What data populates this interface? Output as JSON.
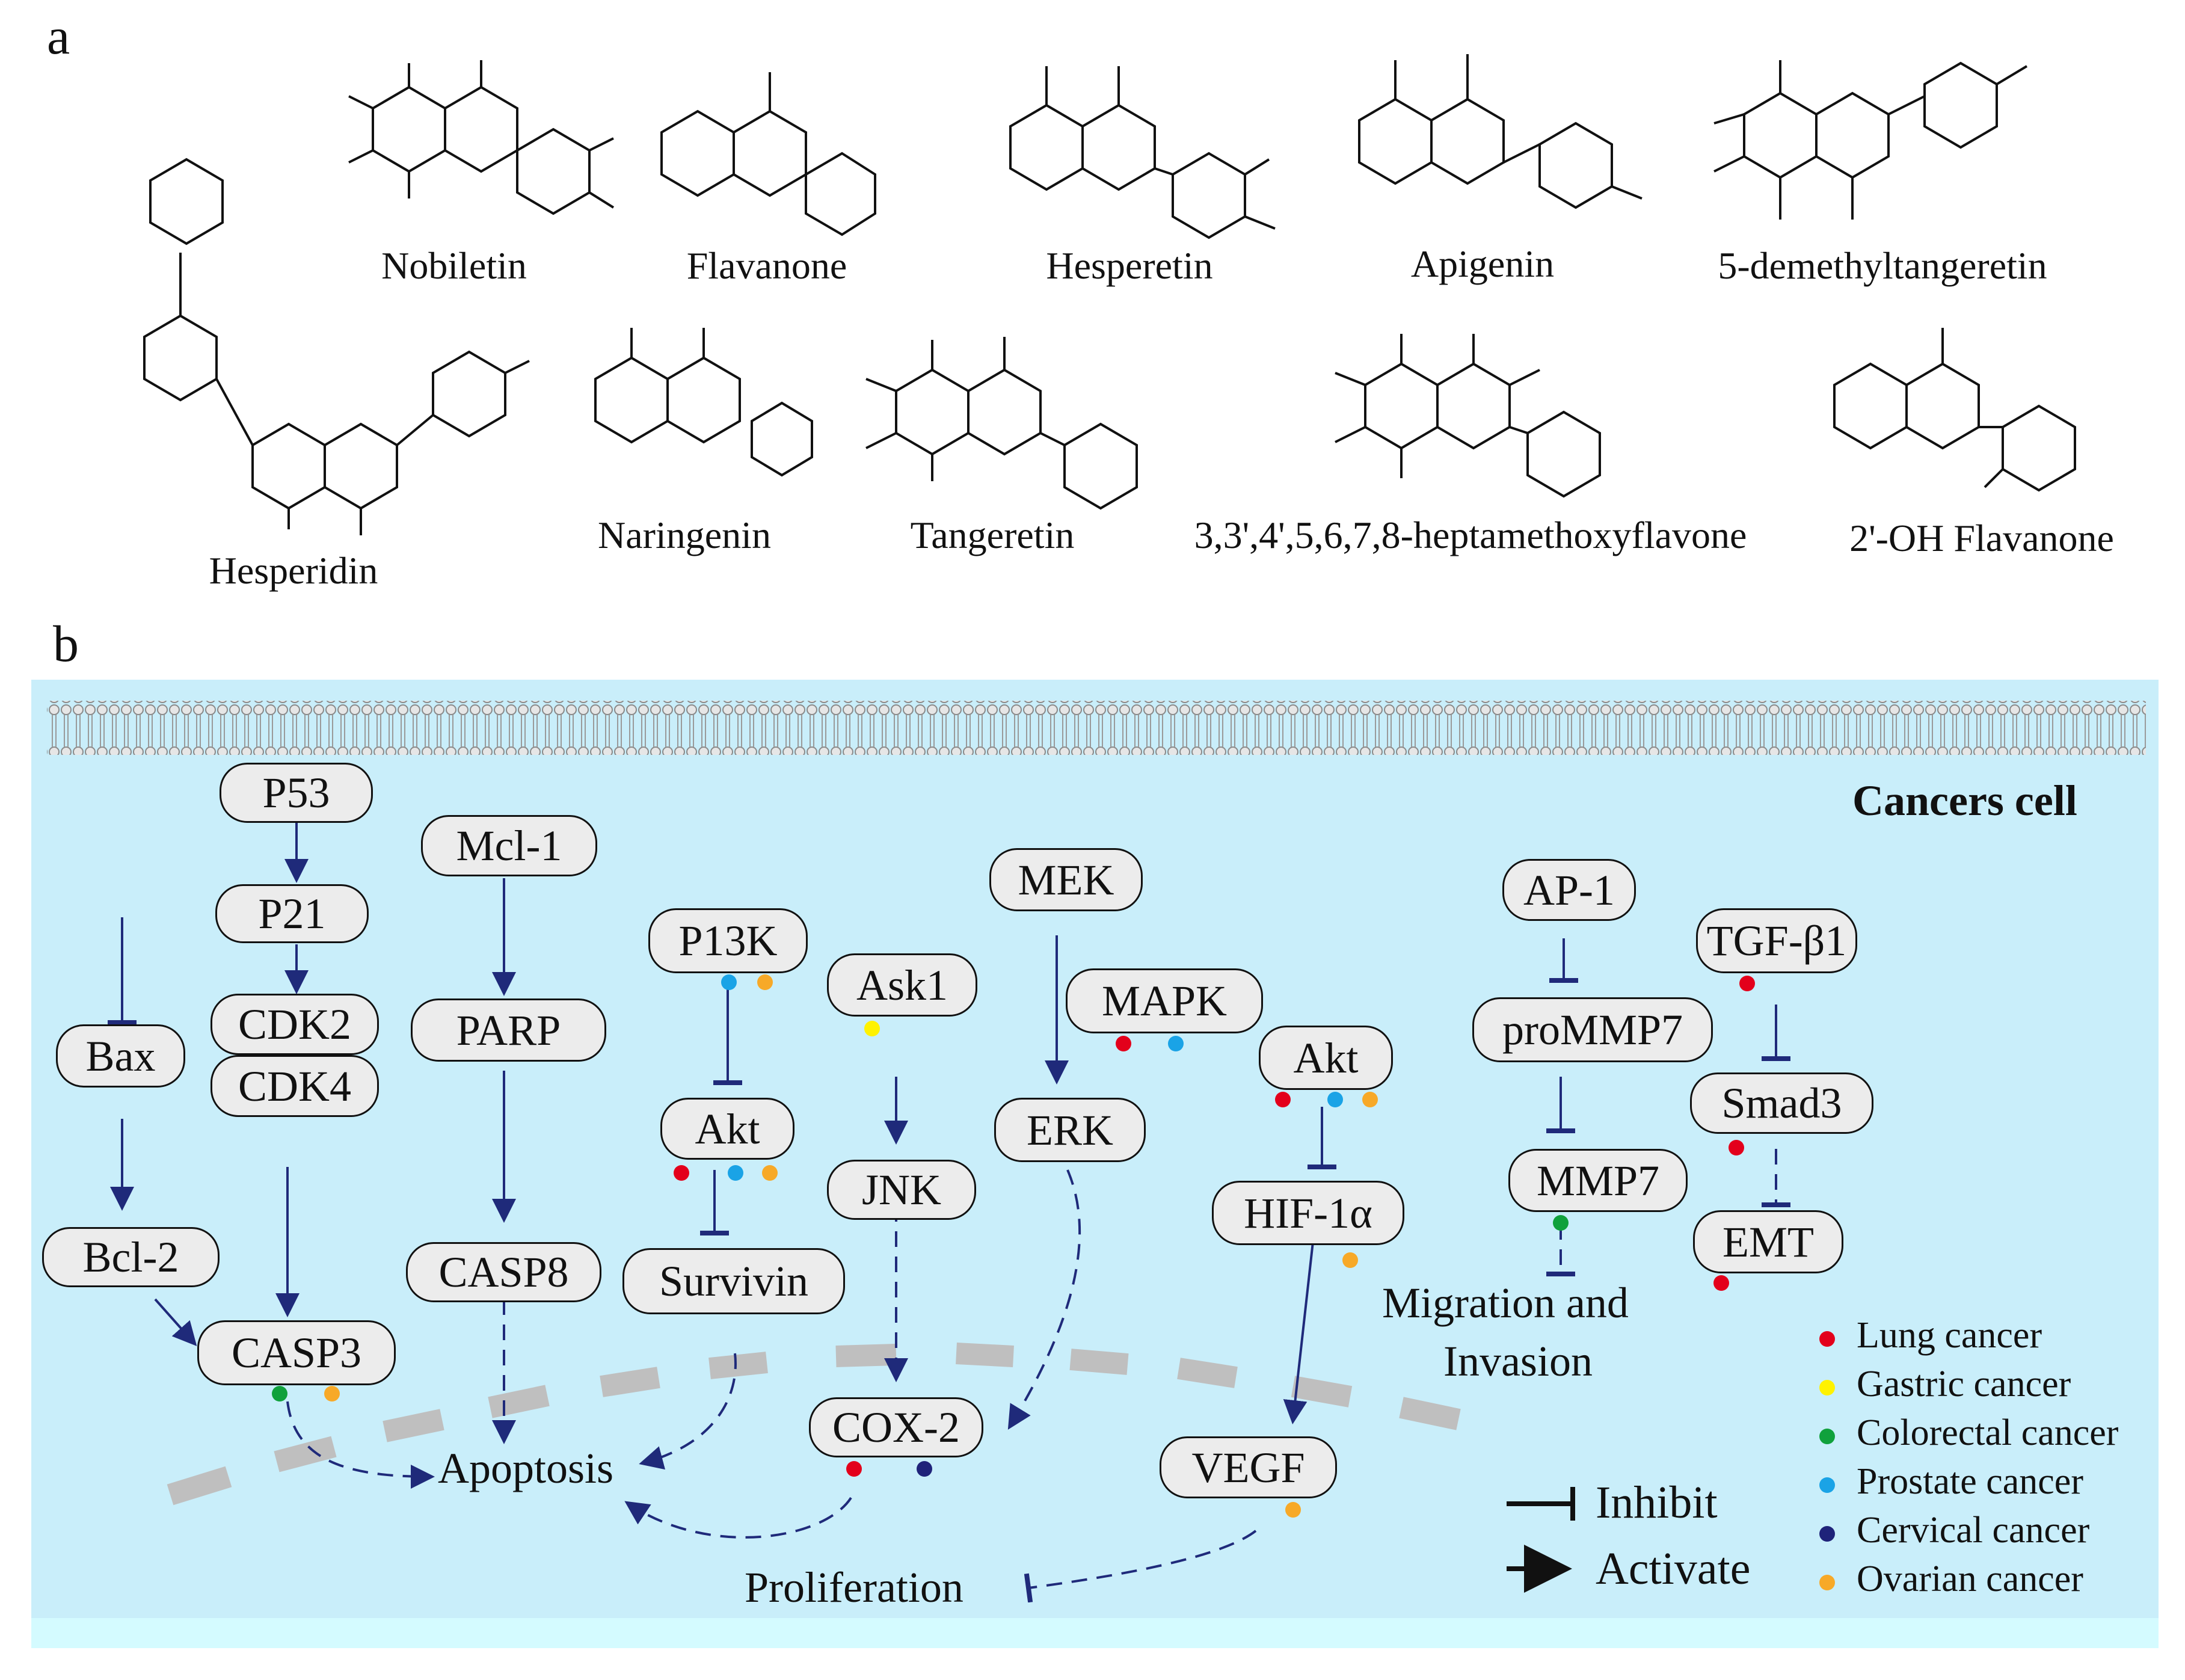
{
  "panel_labels": {
    "a": "a",
    "b": "b"
  },
  "compounds": {
    "nobiletin": "Nobiletin",
    "flavanone": "Flavanone",
    "hesperetin": "Hesperetin",
    "apigenin": "Apigenin",
    "demethyltangeretin": "5-demethyltangeretin",
    "hesperidin": "Hesperidin",
    "naringenin": "Naringenin",
    "tangeretin": "Tangeretin",
    "heptamethoxyflavone": "3,3',4',5,6,7,8-heptamethoxyflavone",
    "oh_flavanone": "2'-OH Flavanone"
  },
  "cell_title": "Cancers cell",
  "nodes": {
    "p53": "P53",
    "p21": "P21",
    "cdk2": "CDK2",
    "cdk4": "CDK4",
    "bax": "Bax",
    "bcl2": "Bcl-2",
    "casp3": "CASP3",
    "mcl1": "Mcl-1",
    "parp": "PARP",
    "casp8": "CASP8",
    "p13k": "P13K",
    "akt1": "Akt",
    "survivin": "Survivin",
    "ask1": "Ask1",
    "jnk": "JNK",
    "mek": "MEK",
    "mapk": "MAPK",
    "erk": "ERK",
    "cox2": "COX-2",
    "akt2": "Akt",
    "hif": "HIF-1α",
    "vegf": "VEGF",
    "ap1": "AP-1",
    "prommp7": "proMMP7",
    "mmp7": "MMP7",
    "tgfb1": "TGF-β1",
    "smad3": "Smad3",
    "emt": "EMT"
  },
  "outcomes": {
    "apoptosis": "Apoptosis",
    "proliferation": "Proliferation",
    "migration_line1": "Migration and",
    "migration_line2": "Invasion"
  },
  "key": {
    "inhibit": "Inhibit",
    "activate": "Activate"
  },
  "legend": [
    {
      "label": "Lung cancer",
      "color": "#e3001b"
    },
    {
      "label": "Gastric cancer",
      "color": "#fff200"
    },
    {
      "label": "Colorectal cancer",
      "color": "#10a13c"
    },
    {
      "label": "Prostate cancer",
      "color": "#1aa3e6"
    },
    {
      "label": "Cervical cancer",
      "color": "#1f237a"
    },
    {
      "label": "Ovarian cancer",
      "color": "#f7a928"
    }
  ],
  "colors": {
    "panel_bg": "#c9eefa",
    "arrow": "#1f2a7a",
    "node_fill": "#ececec",
    "membrane": "#9a9a9a"
  }
}
